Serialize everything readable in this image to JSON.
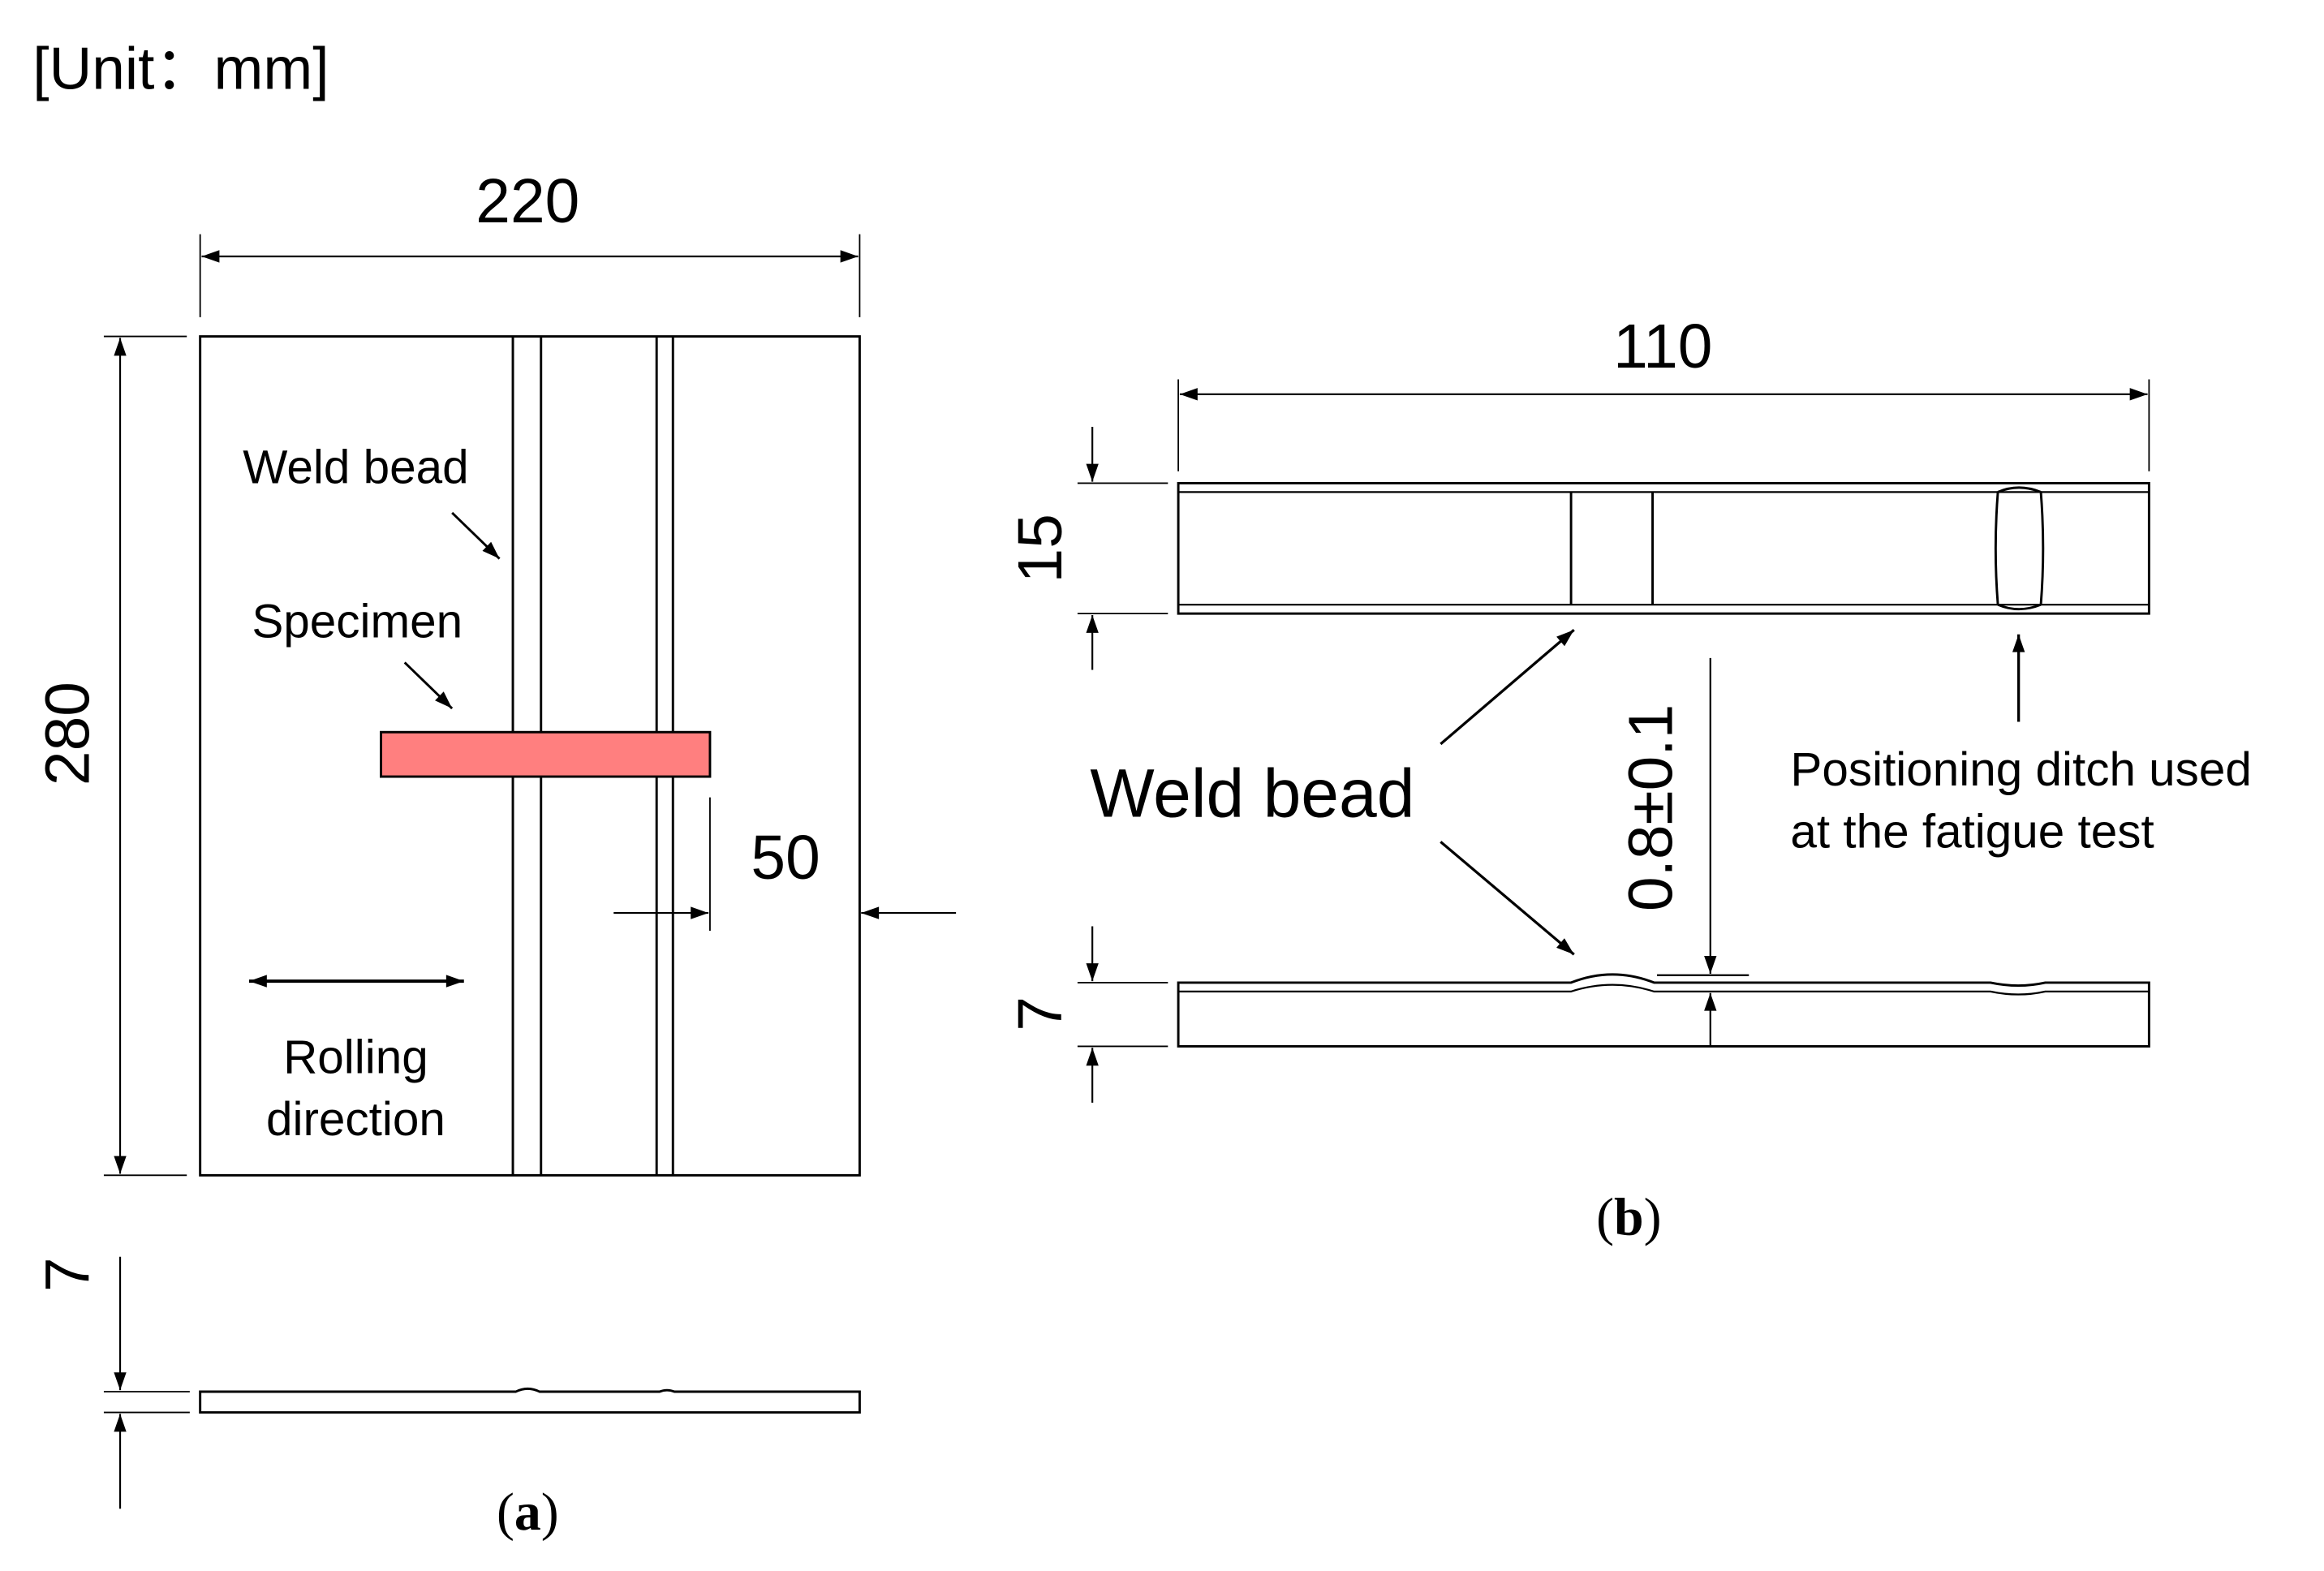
{
  "unit_label": "[Unit：mm]",
  "panel_a": {
    "width_dim": "220",
    "height_dim": "280",
    "offset_dim": "50",
    "thickness_dim": "7",
    "weld_bead_label": "Weld bead",
    "specimen_label": "Specimen",
    "rolling_label_line1": "Rolling",
    "rolling_label_line2": "direction",
    "caption_letter": "a",
    "specimen_color": "#ff7f7f"
  },
  "panel_b": {
    "length_dim": "110",
    "width_dim": "15",
    "thickness_dim": "7",
    "reinforcement_dim": "0.8±0.1",
    "weld_bead_label": "Weld bead",
    "ditch_label_line1": "Positioning ditch used",
    "ditch_label_line2": "at the fatigue test",
    "caption_letter": "b"
  }
}
